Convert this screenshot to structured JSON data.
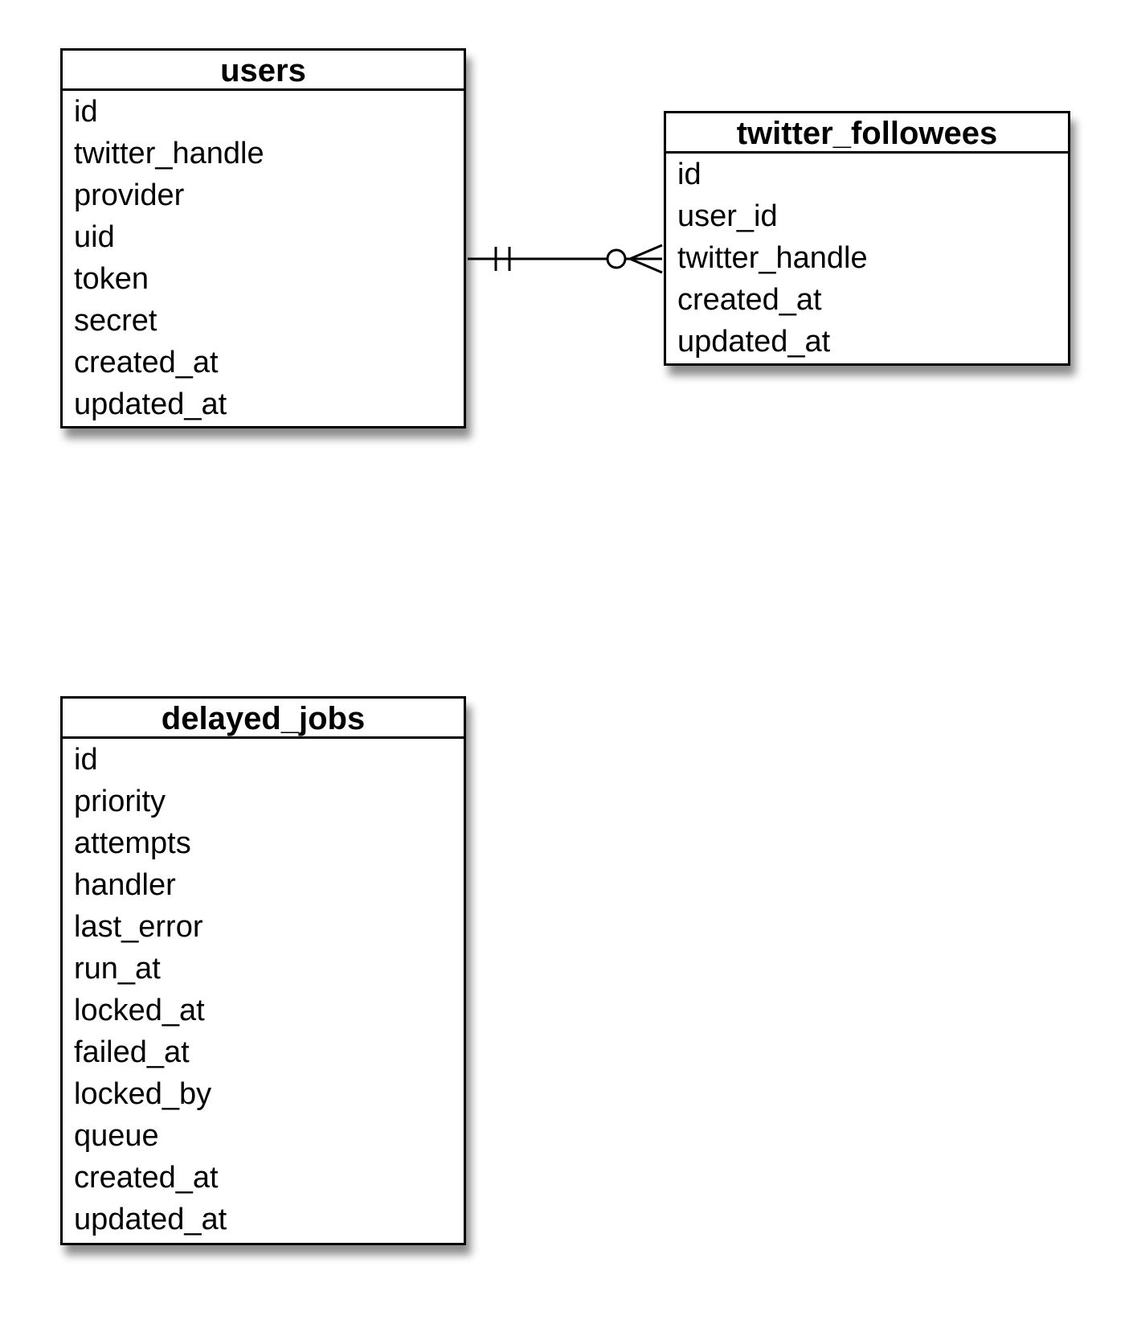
{
  "entities": {
    "users": {
      "name": "users",
      "fields": [
        "id",
        "twitter_handle",
        "provider",
        "uid",
        "token",
        "secret",
        "created_at",
        "updated_at"
      ]
    },
    "twitter_followees": {
      "name": "twitter_followees",
      "fields": [
        "id",
        "user_id",
        "twitter_handle",
        "created_at",
        "updated_at"
      ]
    },
    "delayed_jobs": {
      "name": "delayed_jobs",
      "fields": [
        "id",
        "priority",
        "attempts",
        "handler",
        "last_error",
        "run_at",
        "locked_at",
        "failed_at",
        "locked_by",
        "queue",
        "created_at",
        "updated_at"
      ]
    }
  },
  "relationships": [
    {
      "from": "users",
      "to": "twitter_followees",
      "from_cardinality": "exactly-one",
      "to_cardinality": "zero-or-many"
    }
  ],
  "colors": {
    "line": "#000000",
    "background": "#ffffff"
  }
}
